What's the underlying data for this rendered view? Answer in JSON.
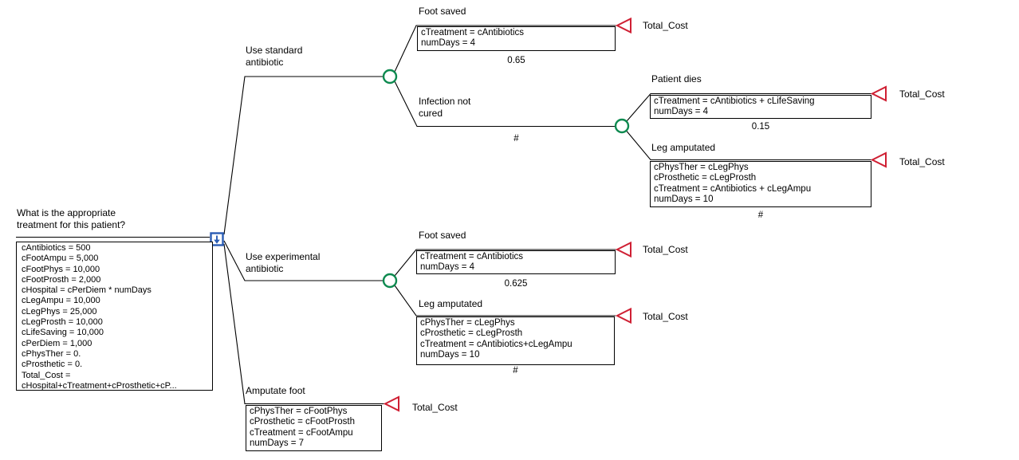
{
  "colors": {
    "decision_node": "#2a5cb4",
    "chance_node": "#0e8a50",
    "terminal_node": "#cf1f33",
    "wire": "#000000"
  },
  "root": {
    "question": [
      "What is the appropriate",
      "treatment for this patient?"
    ],
    "variables": [
      "cAntibiotics = 500",
      "cFootAmpu = 5,000",
      "cFootPhys = 10,000",
      "cFootProsth = 2,000",
      "cHospital = cPerDiem * numDays",
      "cLegAmpu = 10,000",
      "cLegPhys = 25,000",
      "cLegProsth = 10,000",
      "cLifeSaving = 10,000",
      "cPerDiem = 1,000",
      "cPhysTher = 0.",
      "cProsthetic = 0.",
      "Total_Cost =",
      "cHospital+cTreatment+cProsthetic+cP..."
    ]
  },
  "branches": {
    "standard": {
      "label": [
        "Use standard",
        "antibiotic"
      ]
    },
    "standard_foot_saved": {
      "label": "Foot saved",
      "definitions": [
        "cTreatment = cAntibiotics",
        "numDays = 4"
      ],
      "probability": "0.65",
      "payoff": "Total_Cost"
    },
    "infection_not_cured": {
      "label": [
        "Infection not",
        "cured"
      ],
      "probability": "#"
    },
    "patient_dies": {
      "label": "Patient dies",
      "definitions": [
        "cTreatment = cAntibiotics + cLifeSaving",
        "numDays = 4"
      ],
      "probability": "0.15",
      "payoff": "Total_Cost"
    },
    "standard_leg_amputated": {
      "label": "Leg amputated",
      "definitions": [
        "cPhysTher = cLegPhys",
        "cProsthetic = cLegProsth",
        "cTreatment = cAntibiotics + cLegAmpu",
        "numDays = 10"
      ],
      "probability": "#",
      "payoff": "Total_Cost"
    },
    "experimental": {
      "label": [
        "Use experimental",
        "antibiotic"
      ]
    },
    "experimental_foot_saved": {
      "label": "Foot saved",
      "definitions": [
        "cTreatment = cAntibiotics",
        "numDays = 4"
      ],
      "probability": "0.625",
      "payoff": "Total_Cost"
    },
    "experimental_leg_amputated": {
      "label": "Leg amputated",
      "definitions": [
        "cPhysTher = cLegPhys",
        "cProsthetic = cLegProsth",
        "cTreatment = cAntibiotics+cLegAmpu",
        "numDays = 10"
      ],
      "probability": "#",
      "payoff": "Total_Cost"
    },
    "amputate_foot": {
      "label": "Amputate foot",
      "definitions": [
        "cPhysTher = cFootPhys",
        "cProsthetic = cFootProsth",
        "cTreatment = cFootAmpu",
        "numDays = 7"
      ],
      "payoff": "Total_Cost"
    }
  }
}
